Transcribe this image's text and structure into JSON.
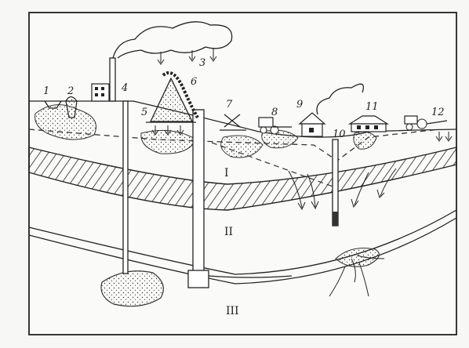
{
  "labels": {
    "n1": "1",
    "n2": "2",
    "n3": "3",
    "n4": "4",
    "n5": "5",
    "n6": "6",
    "n7": "7",
    "n8": "8",
    "n9": "9",
    "n10": "10",
    "n11": "11",
    "n12": "12"
  },
  "zones": {
    "z1": "I",
    "z2": "II",
    "z3": "III"
  }
}
